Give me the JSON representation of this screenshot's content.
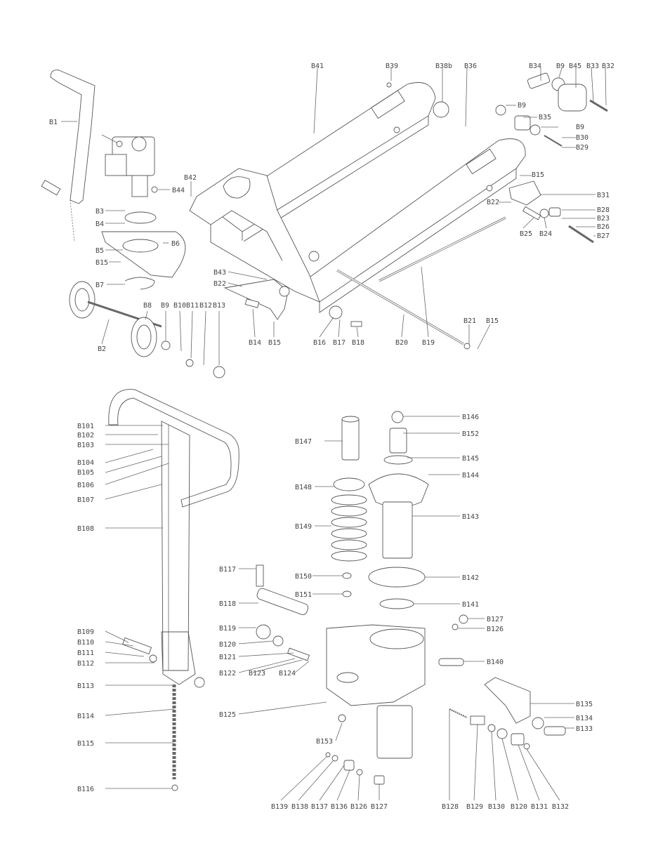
{
  "diagram": {
    "upper_labels": {
      "B41": "B41",
      "B39": "B39",
      "B38b": "B38b",
      "B36": "B36",
      "B34": "B34",
      "B9a": "B9",
      "B45": "B45",
      "B33": "B33",
      "B32": "B32",
      "B9b": "B9",
      "B35": "B35",
      "B9c": "B9",
      "B30": "B30",
      "B29": "B29",
      "B15a": "B15",
      "B31": "B31",
      "B22a": "B22",
      "B28": "B28",
      "B23": "B23",
      "B26": "B26",
      "B27": "B27",
      "B25": "B25",
      "B24": "B24",
      "B1": "B1",
      "B42": "B42",
      "B44": "B44",
      "B3": "B3",
      "B4": "B4",
      "B5": "B5",
      "B6": "B6",
      "B15b": "B15",
      "B7": "B7",
      "B43": "B43",
      "B22b": "B22",
      "B8": "B8",
      "B9d": "B9",
      "B10": "B10",
      "B11": "B11",
      "B12": "B12",
      "B13": "B13",
      "B14": "B14",
      "B15c": "B15",
      "B16": "B16",
      "B17": "B17",
      "B18": "B18",
      "B20": "B20",
      "B19": "B19",
      "B21": "B21",
      "B15d": "B15",
      "B2": "B2"
    },
    "handle_labels": {
      "B101": "B101",
      "B102": "B102",
      "B103": "B103",
      "B104": "B104",
      "B105": "B105",
      "B106": "B106",
      "B107": "B107",
      "B108": "B108",
      "B109": "B109",
      "B110": "B110",
      "B111": "B111",
      "B112": "B112",
      "B113": "B113",
      "B114": "B114",
      "B115": "B115",
      "B116": "B116"
    },
    "pump_labels": {
      "B146": "B146",
      "B152": "B152",
      "B147": "B147",
      "B145": "B145",
      "B144": "B144",
      "B148": "B148",
      "B149": "B149",
      "B143": "B143",
      "B117": "B117",
      "B150": "B150",
      "B142": "B142",
      "B151": "B151",
      "B141": "B141",
      "B118": "B118",
      "B127a": "B127",
      "B126a": "B126",
      "B119": "B119",
      "B120a": "B120",
      "B121": "B121",
      "B140": "B140",
      "B122": "B122",
      "B123": "B123",
      "B124": "B124",
      "B125": "B125",
      "B135": "B135",
      "B134": "B134",
      "B133": "B133",
      "B153": "B153",
      "B139": "B139",
      "B138": "B138",
      "B137": "B137",
      "B136": "B136",
      "B126b": "B126",
      "B127b": "B127",
      "B128": "B128",
      "B129": "B129",
      "B130": "B130",
      "B120b": "B120",
      "B131": "B131",
      "B132": "B132"
    }
  }
}
